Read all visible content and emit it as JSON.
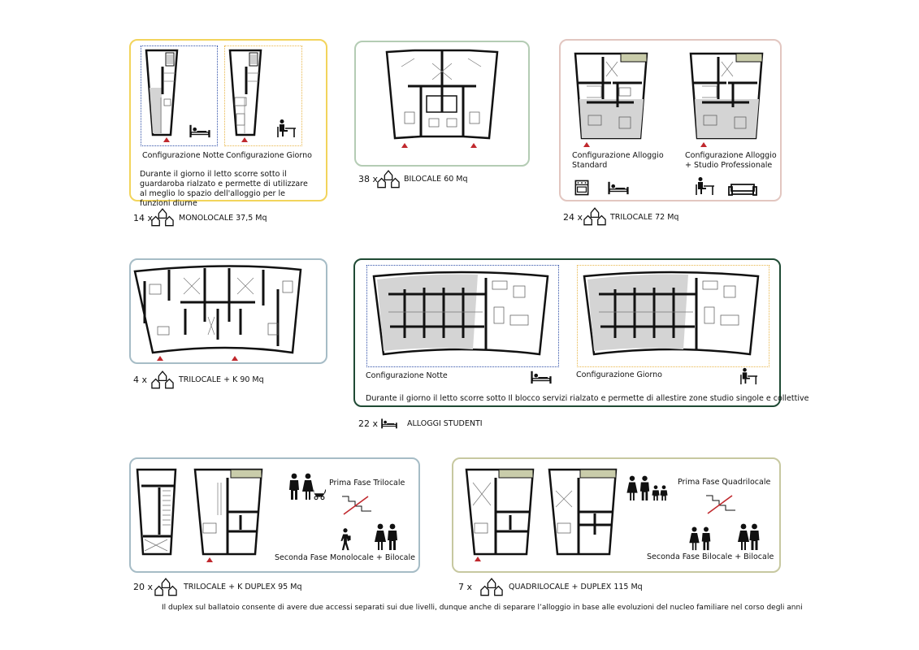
{
  "colors": {
    "yellow": "#f2d45c",
    "green": "#b4ccb4",
    "pink": "#e2c6c0",
    "blue": "#a6bcc6",
    "darkgreen": "#1f4a34",
    "olive": "#c7c8a0",
    "blue_dotted": "#3050a8",
    "orange_dotted": "#e8b64a",
    "accent_red": "#c0282d"
  },
  "monolocale": {
    "cap_notte": "Configurazione Notte",
    "cap_giorno": "Configurazione Giorno",
    "desc": "Durante il giorno il letto scorre sotto il guardaroba rialzato e permette di utilizzare al meglio lo spazio dell'alloggio per le funzioni diurne",
    "count": "14 x",
    "label": "MONOLOCALE 37,5 Mq",
    "icons": [
      "bed-icon",
      "desk-icon"
    ]
  },
  "bilocale": {
    "count": "38 x",
    "label": "BILOCALE 60 Mq"
  },
  "trilocale": {
    "cap_standard": "Configurazione Alloggio Standard",
    "cap_studio": "Configurazione Alloggio + Studio Professionale",
    "count": "24 x",
    "label": "TRILOCALE 72 Mq",
    "icons": [
      "stove-icon",
      "bed-icon",
      "desk-icon",
      "sofa-icon"
    ]
  },
  "trilocale_k": {
    "count": "4 x",
    "label": "TRILOCALE + K  90 Mq"
  },
  "studenti": {
    "cap_notte": "Configurazione Notte",
    "cap_giorno": "Configurazione Giorno",
    "desc": "Durante il giorno il letto scorre sotto Il blocco servizi  rialzato e permette di allestire zone studio singole e collettive",
    "count": "22 x",
    "label": "ALLOGGI STUDENTI"
  },
  "duplex_tri": {
    "phase1": "Prima Fase Trilocale",
    "phase2": "Seconda Fase Monolocale + Bilocale",
    "count": "20 x",
    "label": "TRILOCALE + K  DUPLEX  95 Mq"
  },
  "duplex_quad": {
    "phase1": "Prima Fase Quadrilocale",
    "phase2": "Seconda Fase Bilocale + Bilocale",
    "count": "7 x",
    "label": "QUADRILOCALE + DUPLEX  115 Mq"
  },
  "footer": "Il duplex sul ballatoio consente di avere due accessi separati sui due livelli, dunque anche di separare l’alloggio in base alle evoluzioni del nucleo familiare nel corso degli anni"
}
